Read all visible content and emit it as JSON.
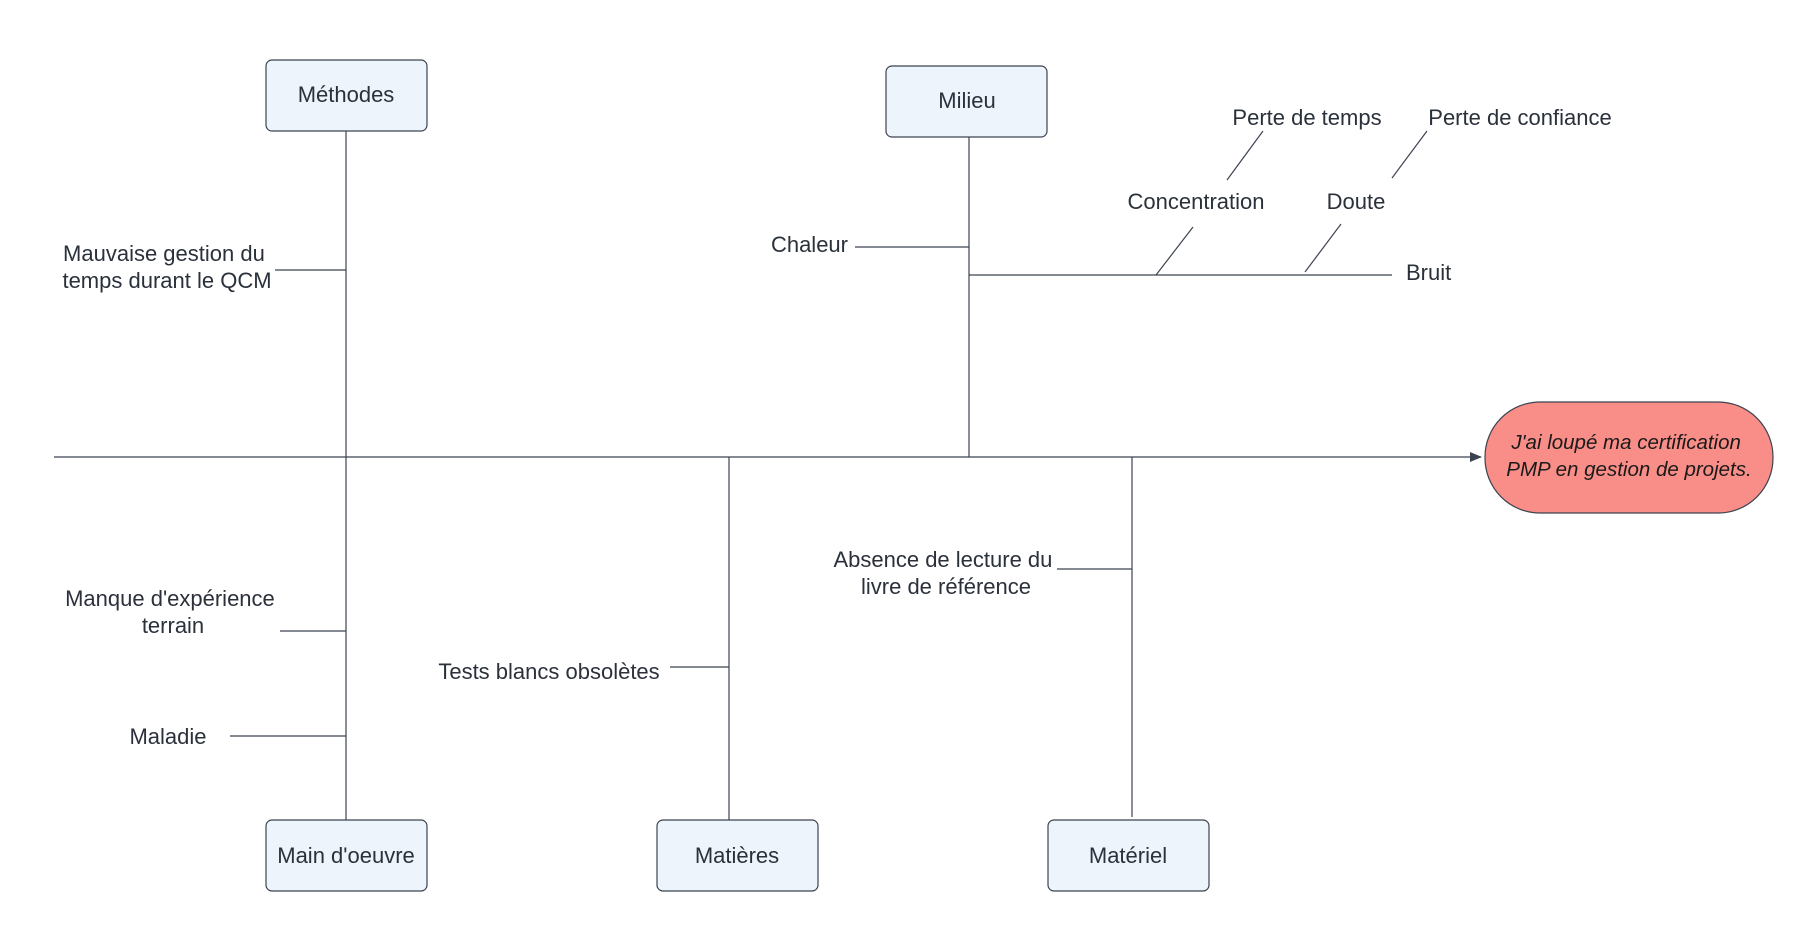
{
  "diagram": {
    "effect": {
      "lines": [
        "J'ai loupé ma certification",
        "PMP en gestion de projets."
      ],
      "color": "#f88e87"
    },
    "categories": {
      "methodes": "Méthodes",
      "milieu": "Milieu",
      "main_oeuvre": "Main d'oeuvre",
      "matieres": "Matières",
      "materiel": "Matériel"
    },
    "causes": {
      "methodes_1": [
        "Mauvaise gestion du",
        "temps durant le QCM"
      ],
      "milieu_chaleur": "Chaleur",
      "milieu_bruit": "Bruit",
      "bruit_concentration": "Concentration",
      "bruit_doute": "Doute",
      "concentration_perte_temps": "Perte de temps",
      "doute_perte_confiance": "Perte de confiance",
      "main_oeuvre_1": [
        "Manque d'expérience",
        "terrain"
      ],
      "main_oeuvre_2": "Maladie",
      "matieres_1": "Tests blancs obsolètes",
      "materiel_1": [
        "Absence de lecture du",
        "livre de référence"
      ]
    },
    "colors": {
      "category_fill": "#eef4fc",
      "line": "#3c4350",
      "text": "#2b313b"
    }
  }
}
